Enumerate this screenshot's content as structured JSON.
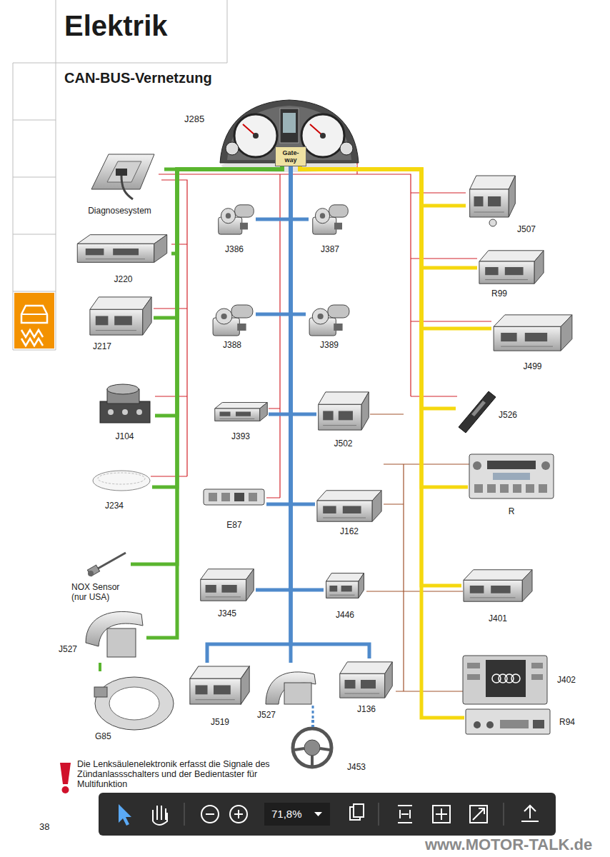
{
  "diagram": {
    "title": "CAN-BUS-Vernetzung",
    "nodes": [
      {
        "text": [
          "J285"
        ]
      },
      {
        "text": [
          "Gate- way"
        ],
        "in": 0
      },
      {
        "text": [
          "Diagnosesystem"
        ]
      },
      {
        "text": [
          "J220"
        ]
      },
      {
        "text": [
          "J217"
        ]
      },
      {
        "text": [
          "J104"
        ]
      },
      {
        "text": [
          "J234"
        ]
      },
      {
        "text": [
          "NOX Sensor (nur USA)"
        ]
      },
      {
        "text": [
          "J527"
        ]
      },
      {
        "text": [
          "G85"
        ]
      },
      {
        "text": [
          "J386"
        ]
      },
      {
        "text": [
          "J387"
        ]
      },
      {
        "text": [
          "J388"
        ]
      },
      {
        "text": [
          "J389"
        ]
      },
      {
        "text": [
          "J393"
        ]
      },
      {
        "text": [
          "J502"
        ]
      },
      {
        "text": [
          "E87"
        ]
      },
      {
        "text": [
          "J162"
        ]
      },
      {
        "text": [
          "J345"
        ]
      },
      {
        "text": [
          "J446"
        ]
      },
      {
        "text": [
          "J519"
        ]
      },
      {
        "text": [
          "J527"
        ]
      },
      {
        "text": [
          "J136"
        ]
      },
      {
        "text": [
          "J453"
        ]
      },
      {
        "text": [
          "J507"
        ]
      },
      {
        "text": [
          "R99"
        ]
      },
      {
        "text": [
          "J499"
        ]
      },
      {
        "text": [
          "J526"
        ]
      },
      {
        "text": [
          "R"
        ]
      },
      {
        "text": [
          "J401"
        ]
      },
      {
        "text": [
          "J402"
        ]
      },
      {
        "text": [
          "R94"
        ]
      }
    ],
    "edges": [
      {
        "from": 1,
        "to": 2,
        "arrow": "none"
      },
      {
        "from": 1,
        "to": 3,
        "arrow": "none"
      },
      {
        "from": 1,
        "to": 4,
        "arrow": "none"
      },
      {
        "from": 1,
        "to": 5,
        "arrow": "none"
      },
      {
        "from": 1,
        "to": 6,
        "arrow": "none"
      },
      {
        "from": 1,
        "to": 7,
        "arrow": "none"
      },
      {
        "from": 1,
        "to": 8,
        "arrow": "none"
      },
      {
        "from": 8,
        "to": 9,
        "arrow": "none"
      },
      {
        "from": 1,
        "to": 10,
        "arrow": "none"
      },
      {
        "from": 1,
        "to": 11,
        "arrow": "none"
      },
      {
        "from": 1,
        "to": 12,
        "arrow": "none"
      },
      {
        "from": 1,
        "to": 13,
        "arrow": "none"
      },
      {
        "from": 1,
        "to": 14,
        "arrow": "none"
      },
      {
        "from": 1,
        "to": 15,
        "arrow": "none"
      },
      {
        "from": 1,
        "to": 16,
        "arrow": "none"
      },
      {
        "from": 1,
        "to": 17,
        "arrow": "none"
      },
      {
        "from": 1,
        "to": 18,
        "arrow": "none"
      },
      {
        "from": 1,
        "to": 19,
        "arrow": "none"
      },
      {
        "from": 1,
        "to": 20,
        "arrow": "none"
      },
      {
        "from": 1,
        "to": 21,
        "arrow": "none"
      },
      {
        "from": 1,
        "to": 22,
        "arrow": "none"
      },
      {
        "from": 21,
        "to": 23,
        "arrow": "none"
      },
      {
        "from": 1,
        "to": 24,
        "arrow": "none"
      },
      {
        "from": 1,
        "to": 25,
        "arrow": "none"
      },
      {
        "from": 1,
        "to": 26,
        "arrow": "none"
      },
      {
        "from": 1,
        "to": 27,
        "arrow": "none"
      },
      {
        "from": 1,
        "to": 28,
        "arrow": "none"
      },
      {
        "from": 1,
        "to": 29,
        "arrow": "none"
      },
      {
        "from": 1,
        "to": 31,
        "arrow": "none"
      }
    ],
    "labels": [
      "Elektrik",
      "Die Lenksäulenelektronik erfasst die Signale des Zündanlassschalters und der Bedientaster für Multifunktion",
      "38",
      "71,8%",
      "www.MOTOR-TALK.de"
    ]
  }
}
